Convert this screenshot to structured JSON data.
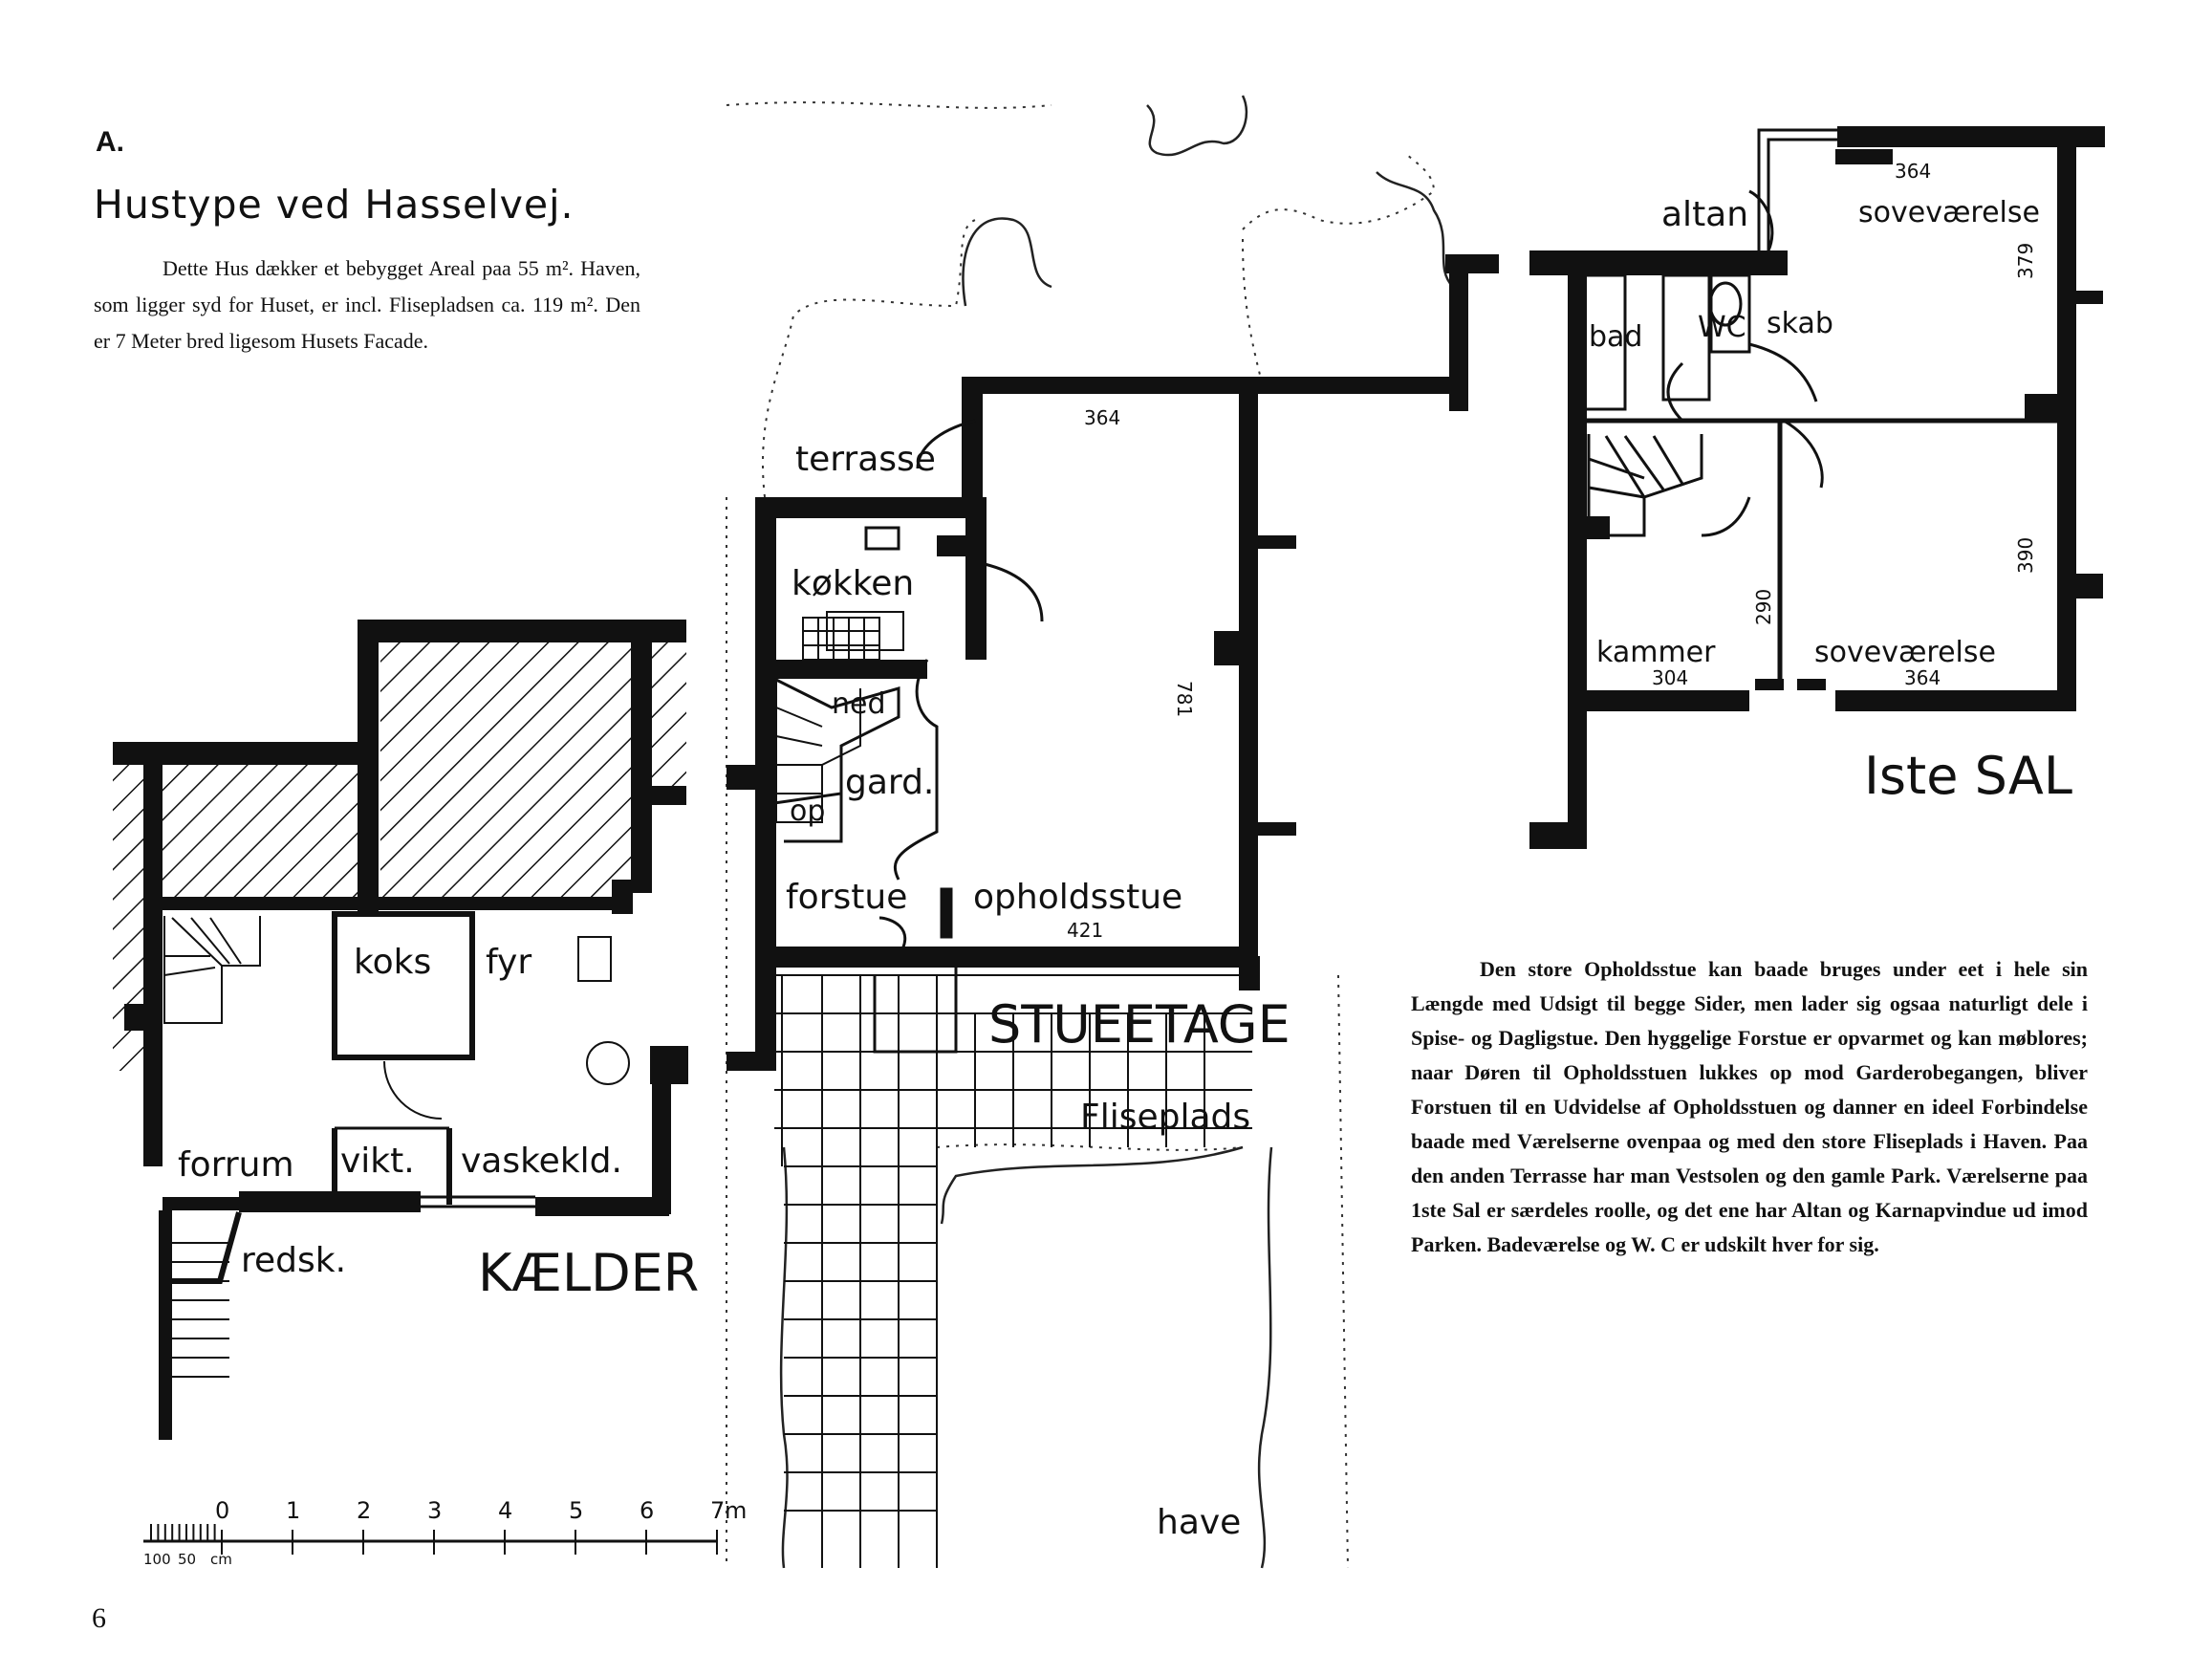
{
  "header": {
    "letter": "A.",
    "title": "Hustype ved Hasselvej."
  },
  "intro_text": "Dette Hus dækker et bebygget Areal paa 55 m². Haven, som ligger syd for Huset, er incl. Flisepladsen ca. 119 m². Den er 7 Meter bred ligesom Husets Facade.",
  "description_text": "Den store Opholdsstue kan baade bruges under eet i hele sin Længde med Udsigt til begge Sider, men lader sig ogsaa naturligt dele i Spise- og Dagligstue. Den hyggelige Forstue er opvarmet og kan møblores; naar Døren til Opholdsstuen lukkes op mod Garderobegangen, bliver Forstuen til en Udvidelse af Opholdsstuen og danner en ideel Forbindelse baade med Værelserne ovenpaa og med den store Fliseplads i Haven. Paa den anden Terrasse har man Vestsolen og den gamle Park. Værelserne paa 1ste Sal er særdeles roolle, og det ene har Altan og Karnapvindue ud imod Parken. Badeværelse og W. C er udskilt hver for sig.",
  "page_number": "6",
  "basement": {
    "title": "KÆLDER",
    "rooms": {
      "koks": "koks",
      "fyr": "fyr",
      "forrum": "forrum",
      "vikt": "vikt.",
      "vaskekld": "vaskekld.",
      "redsk": "redsk."
    },
    "scale": {
      "labels": [
        "0",
        "1",
        "2",
        "3",
        "4",
        "5",
        "6",
        "7"
      ],
      "unit": "m",
      "sub_labels": [
        "100",
        "50",
        "cm"
      ]
    }
  },
  "ground_floor": {
    "title": "STUEETAGE",
    "rooms": {
      "terrasse": "terrasse",
      "kokken": "køkken",
      "ned": "ned",
      "gard": "gard.",
      "op": "op",
      "forstue": "forstue",
      "opholdsstue": "opholdsstue",
      "fliseplads": "Fliseplads",
      "have": "have"
    },
    "dimensions": {
      "top_width": "364",
      "depth": "781",
      "bottom_width": "421"
    }
  },
  "first_floor": {
    "title": "Iste SAL",
    "rooms": {
      "altan": "altan",
      "sovevaerelse_top": "soveværelse",
      "bad": "bad",
      "wc": "WC",
      "skab": "skab",
      "kammer": "kammer",
      "sovevaerelse_bottom": "soveværelse"
    },
    "dimensions": {
      "top_width": "364",
      "top_depth": "379",
      "right_depth": "390",
      "hall_depth": "290",
      "kammer_width": "304",
      "bottom_width": "364"
    }
  }
}
